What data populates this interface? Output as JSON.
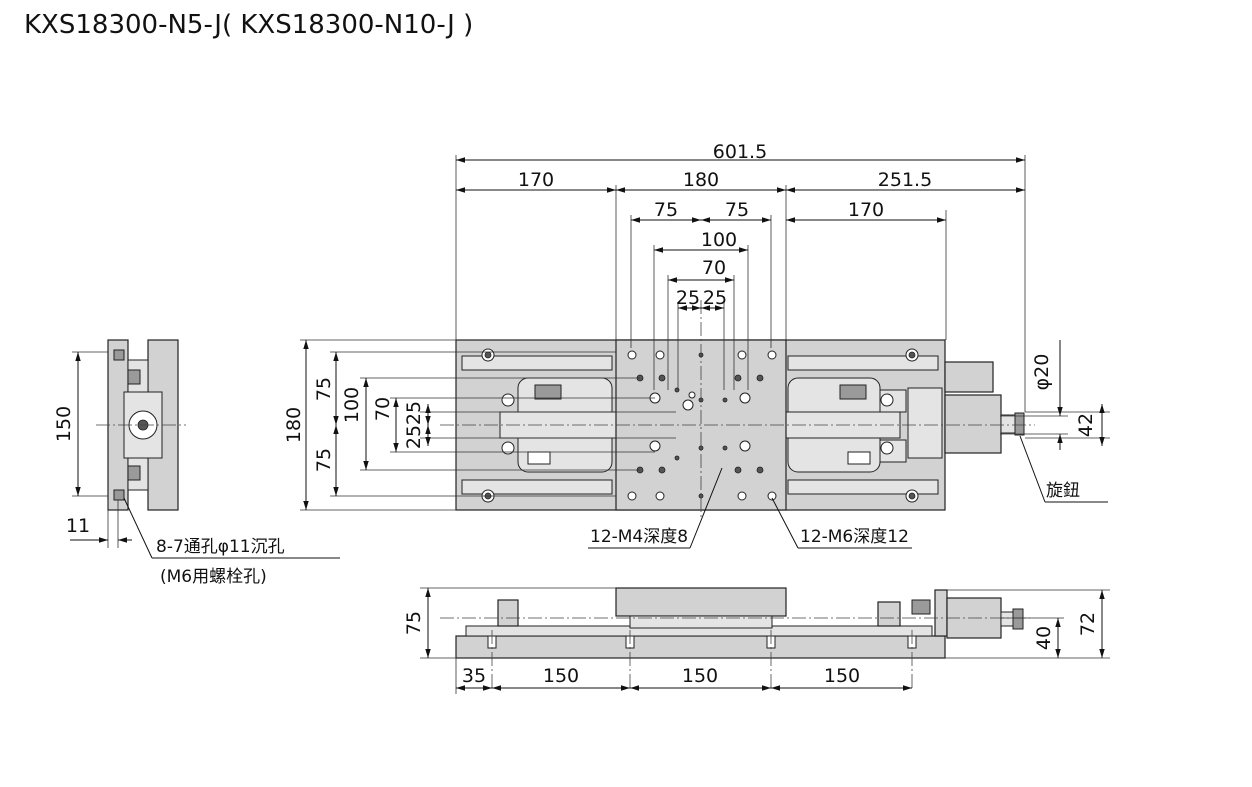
{
  "title": "KXS18300-N5-J( KXS18300-N10-J )",
  "dimensions": {
    "top_overall": "601.5",
    "top_left": "170",
    "top_mid": "180",
    "top_right": "251.5",
    "pitch_left_75": "75",
    "pitch_right_75": "75",
    "right_170": "170",
    "d100": "100",
    "d70": "70",
    "d25_left": "25",
    "d25_right": "25",
    "left_180": "180",
    "left_75_upper": "75",
    "left_75_lower": "75",
    "left_100": "100",
    "left_70": "70",
    "left_25_upper": "25",
    "left_25_lower": "25",
    "phi20": "φ20",
    "d42": "42",
    "side_150": "150",
    "side_11": "11",
    "front_75": "75",
    "front_35": "35",
    "front_150_a": "150",
    "front_150_b": "150",
    "front_150_c": "150",
    "front_40": "40",
    "front_72": "72"
  },
  "callouts": {
    "knob": "旋鈕",
    "m4_holes": "12-M4深度8",
    "m6_holes": "12-M6深度12",
    "through_holes": "8-7通孔φ11沉孔",
    "through_holes_note": "(M6用螺栓孔)"
  },
  "colors": {
    "body": "#d2d2d2",
    "line": "#111111"
  }
}
